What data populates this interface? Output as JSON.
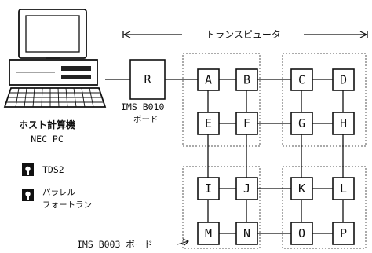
{
  "title": "トランスピュータ",
  "host": {
    "name": "ホスト計算機",
    "model": "NEC  PC"
  },
  "root": {
    "label": "R",
    "board_label_line1": "IMS B010",
    "board_label_line2": "ボード"
  },
  "lower_board_label": "IMS B003 ボード",
  "legend": [
    {
      "icon": "floppy-disk-icon",
      "label": "TDS2"
    },
    {
      "icon": "floppy-disk-icon",
      "label_line1": "パラレル",
      "label_line2": "フォートラン"
    }
  ],
  "nodes": [
    "A",
    "B",
    "C",
    "D",
    "E",
    "F",
    "G",
    "H",
    "I",
    "J",
    "K",
    "L",
    "M",
    "N",
    "O",
    "P"
  ]
}
